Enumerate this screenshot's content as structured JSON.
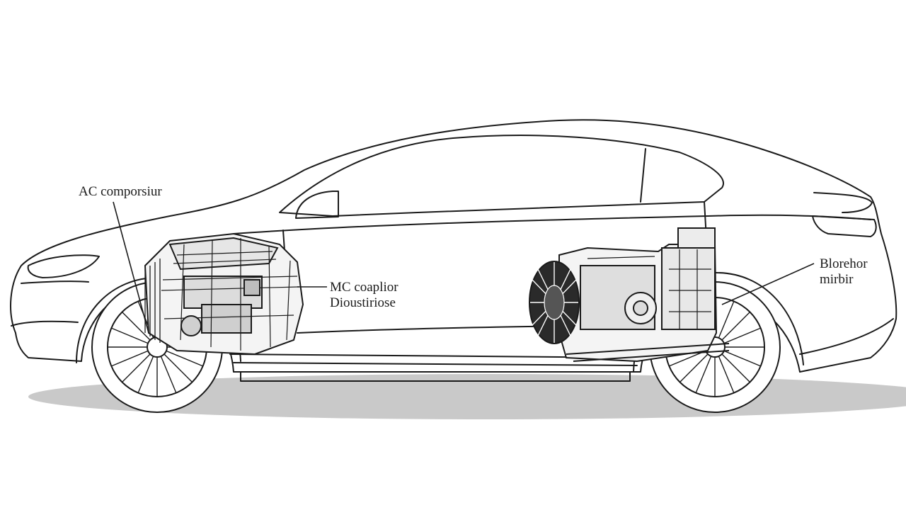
{
  "diagram": {
    "labels": {
      "ac_compressor": "AC comporsiur",
      "mc_line1": "MC coaplior",
      "mc_line2": "Dioustiriose",
      "blower_line1": "Blorehor",
      "blower_line2": "mirbir"
    },
    "colors": {
      "outline": "#1a1a1a",
      "shadow": "#c9c9c9",
      "background": "#ffffff"
    }
  }
}
